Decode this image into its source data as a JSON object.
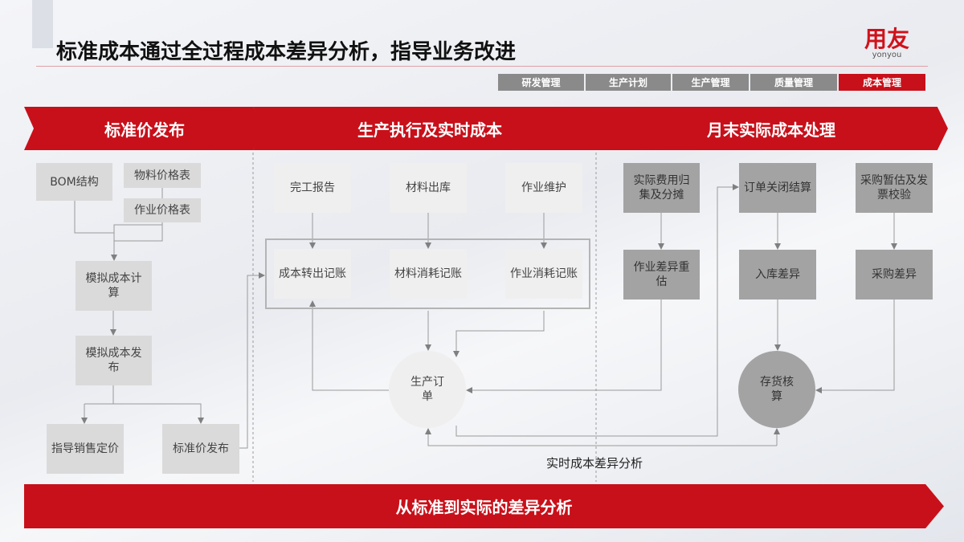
{
  "header": {
    "title": "标准成本通过全过程成本差异分析，指导业务改进",
    "logo": "用友",
    "logo_sub": "yonyou"
  },
  "tabs": [
    {
      "label": "研发管理"
    },
    {
      "label": "生产计划"
    },
    {
      "label": "生产管理"
    },
    {
      "label": "质量管理"
    },
    {
      "label": "成本管理",
      "active": true
    }
  ],
  "bands": [
    "标准价发布",
    "生产执行及实时成本",
    "月末实际成本处理"
  ],
  "standard": {
    "bom": "BOM结构",
    "material_price": "物料价格表",
    "activity_price": "作业价格表",
    "sim_calc": "模拟成本计算",
    "sim_publish": "模拟成本发布",
    "sales_pricing": "指导销售定价",
    "std_publish": "标准价发布"
  },
  "execution": {
    "completion": "完工报告",
    "material_out": "材料出库",
    "activity_maint": "作业维护",
    "cost_transfer": "成本转出记账",
    "material_consume": "材料消耗记账",
    "activity_consume": "作业消耗记账",
    "production_order": "生产订单"
  },
  "monthend": {
    "actual_expense": "实际费用归集及分摊",
    "order_close": "订单关闭结算",
    "purchase_estimate": "采购暂估及发票校验",
    "activity_variance": "作业差异重估",
    "inbound_variance": "入库差异",
    "purchase_variance": "采购差异",
    "inventory_accounting": "存货核算"
  },
  "caption": "实时成本差异分析",
  "footer": "从标准到实际的差异分析",
  "colors": {
    "accent": "#c8101a",
    "gray_tab": "#8a8a8a"
  }
}
